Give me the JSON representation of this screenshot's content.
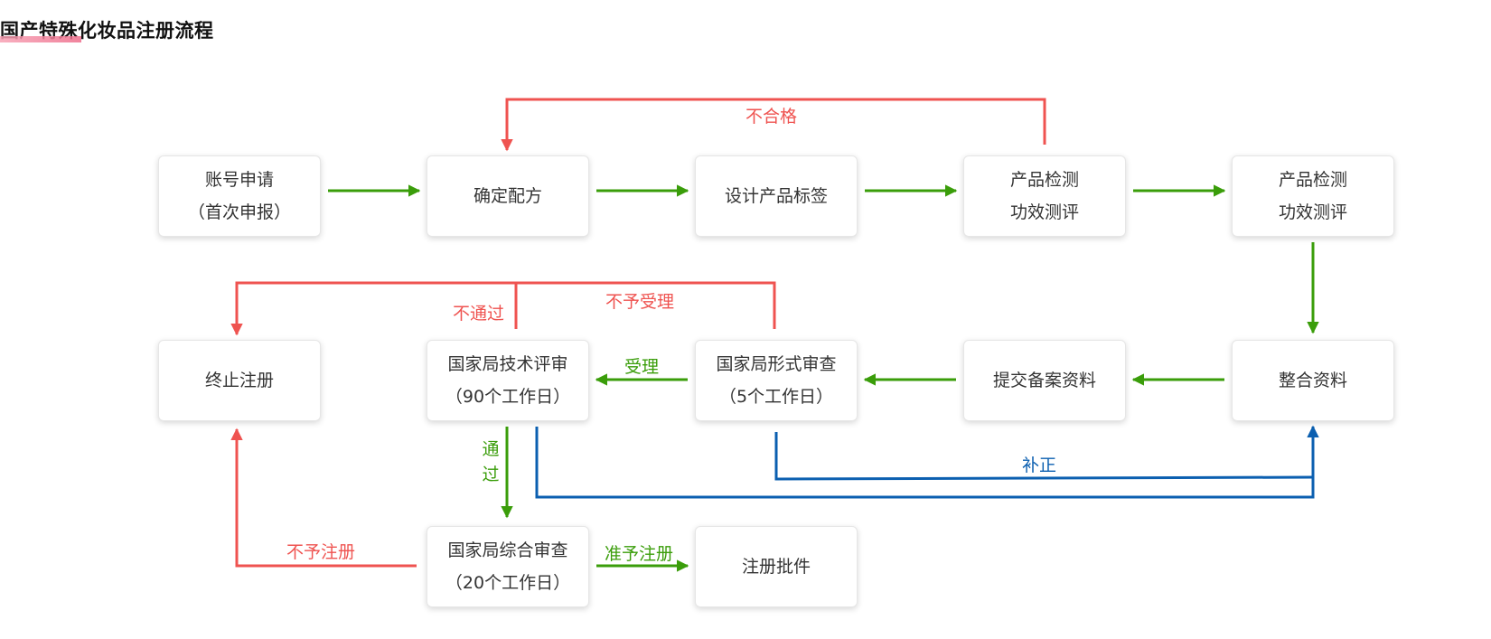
{
  "title": "国产特殊化妆品注册流程",
  "colors": {
    "success": "#3a9d0a",
    "fail": "#ef5350",
    "correct": "#0b5fb0"
  },
  "nodes": {
    "account": {
      "line1": "账号申请",
      "line2": "（首次申报）"
    },
    "formula": {
      "line1": "确定配方"
    },
    "label": {
      "line1": "设计产品标签"
    },
    "test1": {
      "line1": "产品检测",
      "line2": "功效测评"
    },
    "test2": {
      "line1": "产品检测",
      "line2": "功效测评"
    },
    "integrate": {
      "line1": "整合资料"
    },
    "submit": {
      "line1": "提交备案资料"
    },
    "formal": {
      "line1": "国家局形式审查",
      "line2": "（5个工作日）"
    },
    "technical": {
      "line1": "国家局技术评审",
      "line2": "（90个工作日）"
    },
    "terminate": {
      "line1": "终止注册"
    },
    "comprehensive": {
      "line1": "国家局综合审查",
      "line2": "（20个工作日）"
    },
    "approval": {
      "line1": "注册批件"
    }
  },
  "edge_labels": {
    "unqualified": "不合格",
    "not_accepted": "不予受理",
    "not_passed": "不通过",
    "accepted": "受理",
    "passed": "通过",
    "correction": "补正",
    "reject_registration": "不予注册",
    "grant_registration": "准予注册"
  }
}
